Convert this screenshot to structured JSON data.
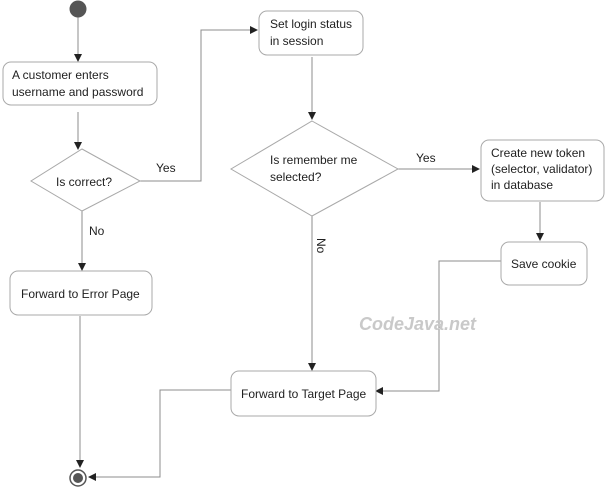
{
  "nodes": {
    "customer_enters": [
      "A customer enters",
      "username and password"
    ],
    "is_correct": [
      "Is correct?"
    ],
    "forward_error": [
      "Forward to Error Page"
    ],
    "set_login": [
      "Set login status",
      "in session"
    ],
    "remember_me": [
      "Is remember me",
      "selected?"
    ],
    "create_token": [
      "Create new token",
      "(selector, validator)",
      "in database"
    ],
    "save_cookie": [
      "Save cookie"
    ],
    "forward_target": [
      "Forward to Target Page"
    ]
  },
  "edge_labels": {
    "correct_yes": "Yes",
    "correct_no": "No",
    "remember_yes": "Yes",
    "remember_no": "No"
  },
  "watermark": "CodeJava.net",
  "colors": {
    "node_fill": "#ffffff",
    "node_stroke": "#a9a9a9",
    "line": "#8c8c8c",
    "arrowhead": "#222222",
    "start_dot": "#555555",
    "watermark": "#c9c9c9"
  }
}
